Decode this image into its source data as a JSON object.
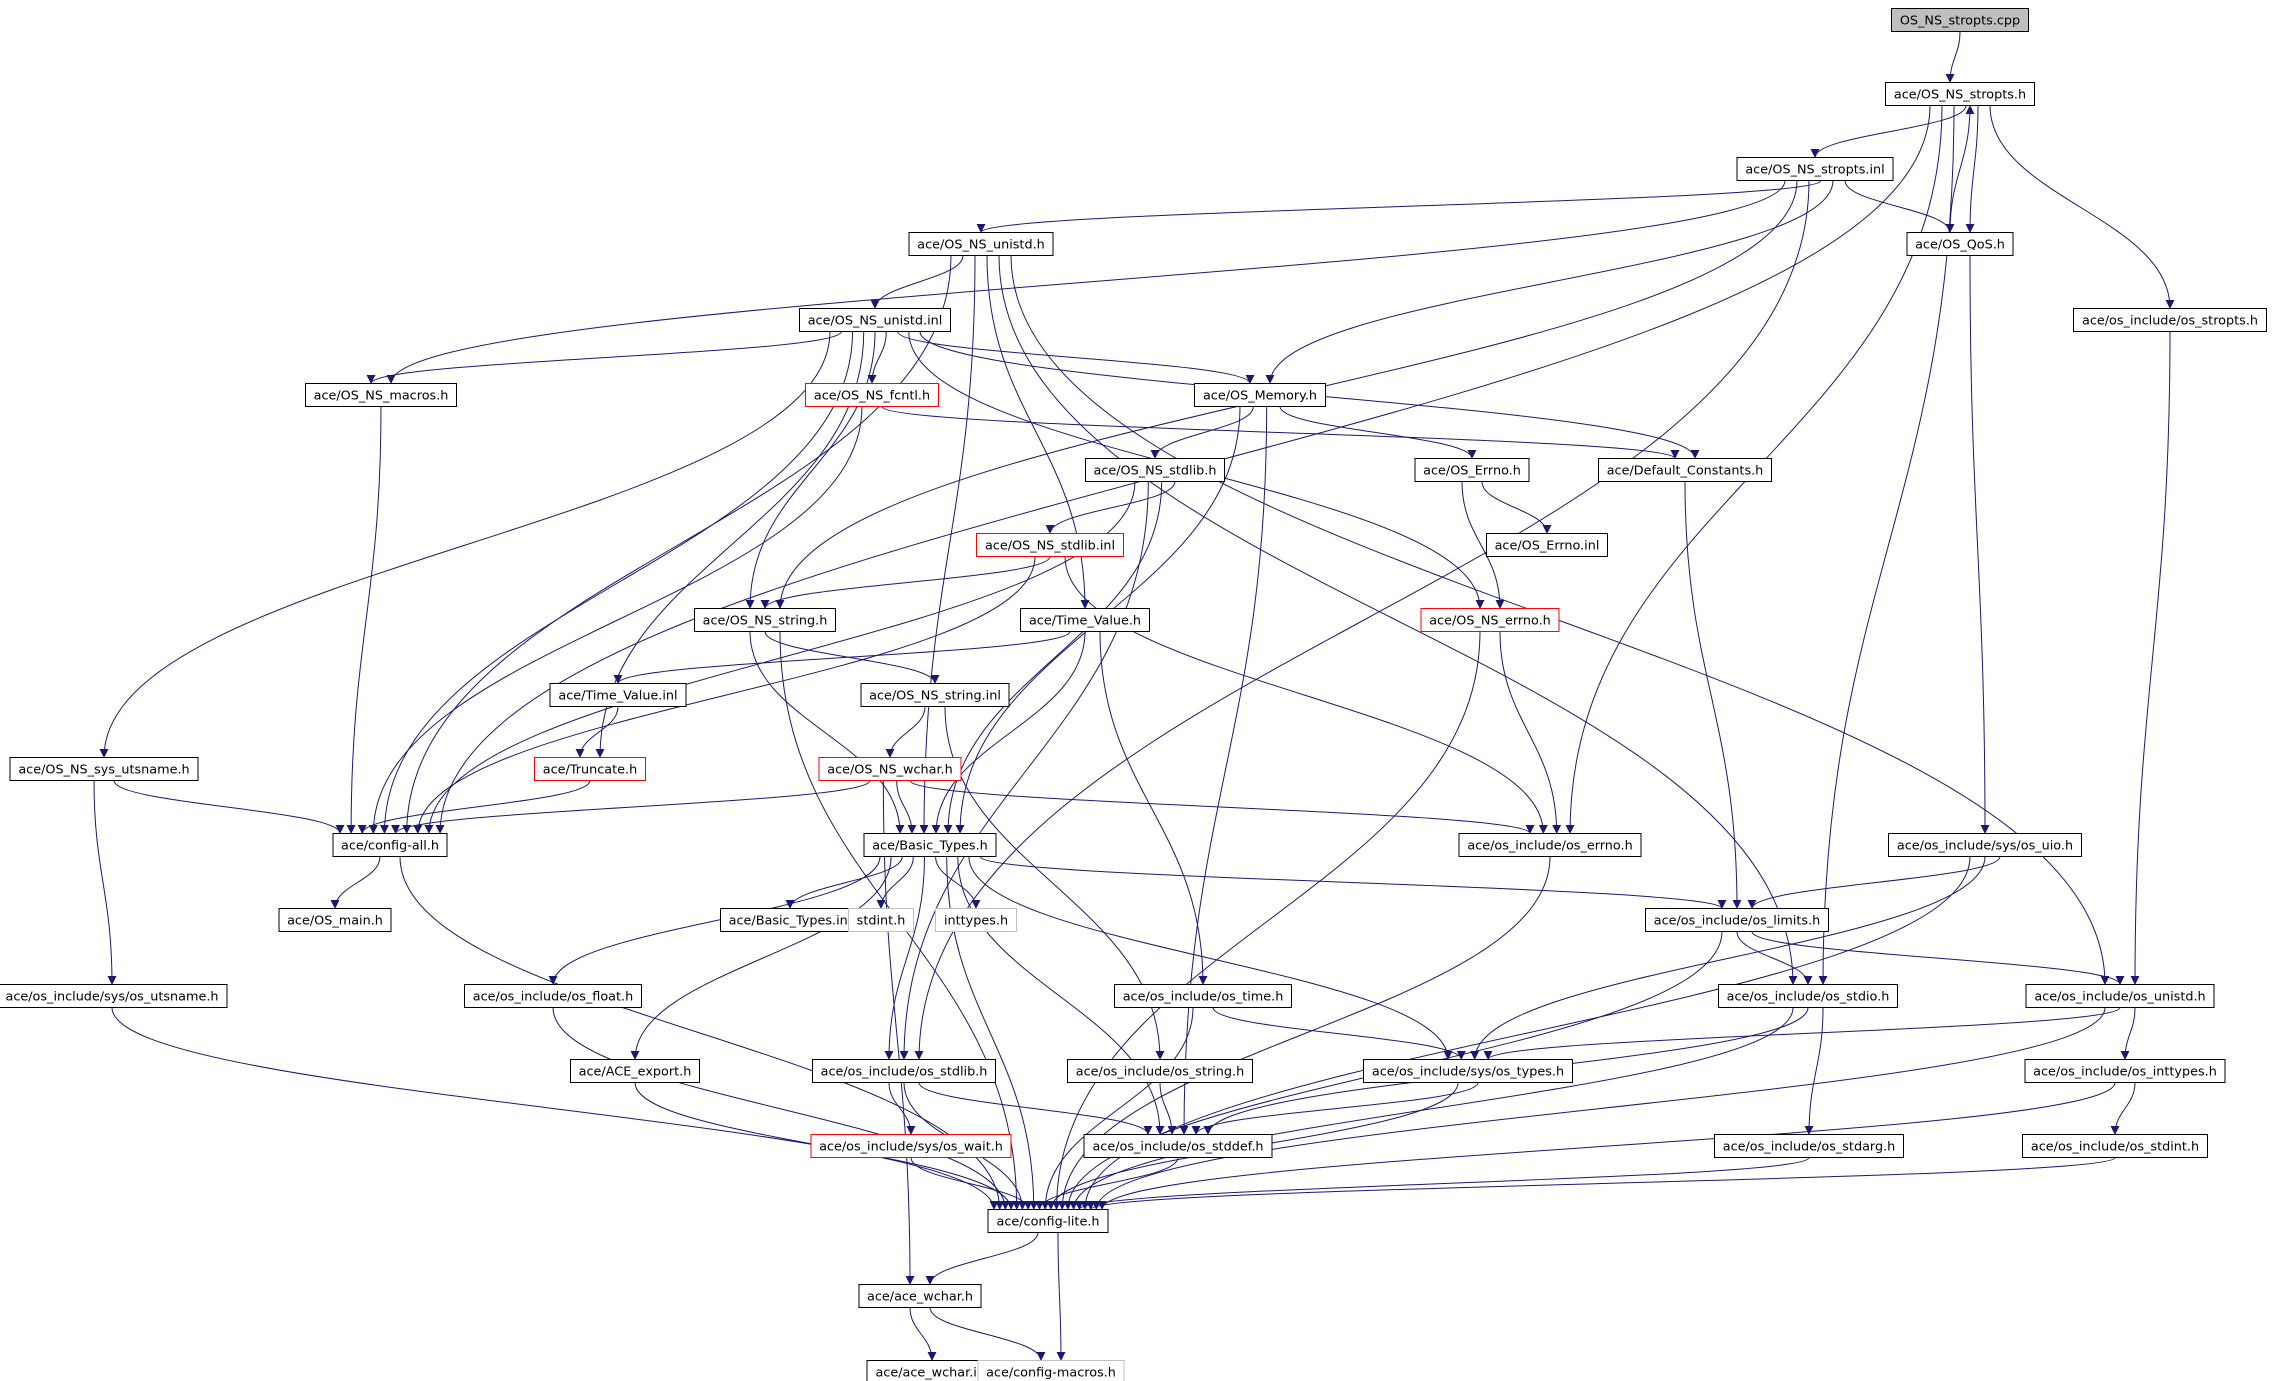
{
  "colors": {
    "edge": "#191970",
    "box_default": "#000000",
    "box_truncated": "#ff0000",
    "box_external": "#bfbfbf",
    "box_root_fill": "#bfbfbf",
    "text": "#000000",
    "background": "#ffffff"
  },
  "graph": {
    "root": "n0",
    "nodes": [
      {
        "id": "n0",
        "label": "OS_NS_stropts.cpp",
        "style": "root"
      },
      {
        "id": "n1",
        "label": "ace/OS_NS_stropts.h",
        "style": "default"
      },
      {
        "id": "n2",
        "label": "ace/OS_NS_stropts.inl",
        "style": "default"
      },
      {
        "id": "n3",
        "label": "ace/OS_QoS.h",
        "style": "default"
      },
      {
        "id": "n4",
        "label": "ace/os_include/os_stropts.h",
        "style": "default"
      },
      {
        "id": "n5",
        "label": "ace/OS_NS_unistd.h",
        "style": "default"
      },
      {
        "id": "n6",
        "label": "ace/OS_NS_unistd.inl",
        "style": "default"
      },
      {
        "id": "n7",
        "label": "ace/OS_NS_macros.h",
        "style": "default"
      },
      {
        "id": "n8",
        "label": "ace/OS_NS_fcntl.h",
        "style": "truncated"
      },
      {
        "id": "n9",
        "label": "ace/OS_Memory.h",
        "style": "default"
      },
      {
        "id": "n10",
        "label": "ace/OS_NS_stdlib.h",
        "style": "default"
      },
      {
        "id": "n11",
        "label": "ace/OS_Errno.h",
        "style": "default"
      },
      {
        "id": "n12",
        "label": "ace/Default_Constants.h",
        "style": "default"
      },
      {
        "id": "n13",
        "label": "ace/OS_NS_stdlib.inl",
        "style": "truncated"
      },
      {
        "id": "n14",
        "label": "ace/OS_Errno.inl",
        "style": "default"
      },
      {
        "id": "n15",
        "label": "ace/OS_NS_string.h",
        "style": "default"
      },
      {
        "id": "n16",
        "label": "ace/Time_Value.h",
        "style": "default"
      },
      {
        "id": "n17",
        "label": "ace/OS_NS_errno.h",
        "style": "truncated"
      },
      {
        "id": "n18",
        "label": "ace/Time_Value.inl",
        "style": "default"
      },
      {
        "id": "n19",
        "label": "ace/OS_NS_string.inl",
        "style": "default"
      },
      {
        "id": "n20",
        "label": "ace/OS_NS_sys_utsname.h",
        "style": "default"
      },
      {
        "id": "n21",
        "label": "ace/Truncate.h",
        "style": "truncated"
      },
      {
        "id": "n22",
        "label": "ace/OS_NS_wchar.h",
        "style": "truncated"
      },
      {
        "id": "n23",
        "label": "ace/config-all.h",
        "style": "default"
      },
      {
        "id": "n24",
        "label": "ace/Basic_Types.h",
        "style": "default"
      },
      {
        "id": "n25",
        "label": "ace/os_include/os_errno.h",
        "style": "default"
      },
      {
        "id": "n26",
        "label": "ace/os_include/sys/os_uio.h",
        "style": "default"
      },
      {
        "id": "n27",
        "label": "ace/OS_main.h",
        "style": "default"
      },
      {
        "id": "n28",
        "label": "ace/Basic_Types.inl",
        "style": "default"
      },
      {
        "id": "n29",
        "label": "stdint.h",
        "style": "external"
      },
      {
        "id": "n30",
        "label": "inttypes.h",
        "style": "external"
      },
      {
        "id": "n31",
        "label": "ace/os_include/os_limits.h",
        "style": "default"
      },
      {
        "id": "n32",
        "label": "ace/os_include/sys/os_utsname.h",
        "style": "default"
      },
      {
        "id": "n33",
        "label": "ace/os_include/os_float.h",
        "style": "default"
      },
      {
        "id": "n34",
        "label": "ace/os_include/os_time.h",
        "style": "default"
      },
      {
        "id": "n35",
        "label": "ace/os_include/os_stdio.h",
        "style": "default"
      },
      {
        "id": "n36",
        "label": "ace/os_include/os_unistd.h",
        "style": "default"
      },
      {
        "id": "n37",
        "label": "ace/ACE_export.h",
        "style": "default"
      },
      {
        "id": "n38",
        "label": "ace/os_include/os_stdlib.h",
        "style": "default"
      },
      {
        "id": "n39",
        "label": "ace/os_include/os_string.h",
        "style": "default"
      },
      {
        "id": "n40",
        "label": "ace/os_include/sys/os_types.h",
        "style": "default"
      },
      {
        "id": "n41",
        "label": "ace/os_include/os_inttypes.h",
        "style": "default"
      },
      {
        "id": "n42",
        "label": "ace/os_include/sys/os_wait.h",
        "style": "truncated"
      },
      {
        "id": "n43",
        "label": "ace/os_include/os_stddef.h",
        "style": "default"
      },
      {
        "id": "n44",
        "label": "ace/os_include/os_stdarg.h",
        "style": "default"
      },
      {
        "id": "n45",
        "label": "ace/os_include/os_stdint.h",
        "style": "default"
      },
      {
        "id": "n46",
        "label": "ace/config-lite.h",
        "style": "default"
      },
      {
        "id": "n47",
        "label": "ace/ace_wchar.h",
        "style": "default"
      },
      {
        "id": "n48",
        "label": "ace/ace_wchar.inl",
        "style": "default"
      },
      {
        "id": "n49",
        "label": "ace/config-macros.h",
        "style": "external"
      }
    ],
    "edges": [
      [
        "n0",
        "n1"
      ],
      [
        "n1",
        "n2"
      ],
      [
        "n1",
        "n3"
      ],
      [
        "n1",
        "n4"
      ],
      [
        "n1",
        "n23"
      ],
      [
        "n1",
        "n25"
      ],
      [
        "n1",
        "n35"
      ],
      [
        "n2",
        "n5"
      ],
      [
        "n2",
        "n3"
      ],
      [
        "n2",
        "n7"
      ],
      [
        "n2",
        "n15"
      ],
      [
        "n2",
        "n9"
      ],
      [
        "n2",
        "n38"
      ],
      [
        "n3",
        "n1"
      ],
      [
        "n3",
        "n26"
      ],
      [
        "n4",
        "n36"
      ],
      [
        "n5",
        "n6"
      ],
      [
        "n5",
        "n23"
      ],
      [
        "n5",
        "n24"
      ],
      [
        "n5",
        "n16"
      ],
      [
        "n5",
        "n35"
      ],
      [
        "n5",
        "n36"
      ],
      [
        "n6",
        "n7"
      ],
      [
        "n6",
        "n8"
      ],
      [
        "n6",
        "n9"
      ],
      [
        "n6",
        "n12"
      ],
      [
        "n6",
        "n17"
      ],
      [
        "n6",
        "n20"
      ],
      [
        "n6",
        "n21"
      ],
      [
        "n6",
        "n15"
      ],
      [
        "n6",
        "n23"
      ],
      [
        "n7",
        "n23"
      ],
      [
        "n8",
        "n12"
      ],
      [
        "n8",
        "n23"
      ],
      [
        "n9",
        "n10"
      ],
      [
        "n9",
        "n11"
      ],
      [
        "n9",
        "n24"
      ],
      [
        "n9",
        "n43"
      ],
      [
        "n10",
        "n13"
      ],
      [
        "n10",
        "n23"
      ],
      [
        "n10",
        "n24"
      ],
      [
        "n10",
        "n38"
      ],
      [
        "n11",
        "n14"
      ],
      [
        "n11",
        "n17"
      ],
      [
        "n12",
        "n31"
      ],
      [
        "n13",
        "n15"
      ],
      [
        "n13",
        "n23"
      ],
      [
        "n13",
        "n25"
      ],
      [
        "n15",
        "n19"
      ],
      [
        "n15",
        "n24"
      ],
      [
        "n15",
        "n46"
      ],
      [
        "n16",
        "n18"
      ],
      [
        "n16",
        "n24"
      ],
      [
        "n16",
        "n34"
      ],
      [
        "n17",
        "n25"
      ],
      [
        "n17",
        "n46"
      ],
      [
        "n18",
        "n21"
      ],
      [
        "n19",
        "n22"
      ],
      [
        "n19",
        "n39"
      ],
      [
        "n20",
        "n23"
      ],
      [
        "n20",
        "n32"
      ],
      [
        "n21",
        "n23"
      ],
      [
        "n22",
        "n23"
      ],
      [
        "n22",
        "n24"
      ],
      [
        "n22",
        "n25"
      ],
      [
        "n22",
        "n47"
      ],
      [
        "n23",
        "n27"
      ],
      [
        "n23",
        "n46"
      ],
      [
        "n24",
        "n28"
      ],
      [
        "n24",
        "n29"
      ],
      [
        "n24",
        "n30"
      ],
      [
        "n24",
        "n31"
      ],
      [
        "n24",
        "n33"
      ],
      [
        "n24",
        "n37"
      ],
      [
        "n24",
        "n38"
      ],
      [
        "n24",
        "n40"
      ],
      [
        "n24",
        "n43"
      ],
      [
        "n24",
        "n46"
      ],
      [
        "n25",
        "n46"
      ],
      [
        "n26",
        "n31"
      ],
      [
        "n26",
        "n40"
      ],
      [
        "n26",
        "n46"
      ],
      [
        "n31",
        "n35"
      ],
      [
        "n31",
        "n36"
      ],
      [
        "n31",
        "n46"
      ],
      [
        "n32",
        "n46"
      ],
      [
        "n33",
        "n46"
      ],
      [
        "n34",
        "n40"
      ],
      [
        "n34",
        "n46"
      ],
      [
        "n35",
        "n43"
      ],
      [
        "n35",
        "n44"
      ],
      [
        "n35",
        "n46"
      ],
      [
        "n36",
        "n40"
      ],
      [
        "n36",
        "n41"
      ],
      [
        "n36",
        "n46"
      ],
      [
        "n37",
        "n46"
      ],
      [
        "n38",
        "n42"
      ],
      [
        "n38",
        "n43"
      ],
      [
        "n38",
        "n46"
      ],
      [
        "n39",
        "n43"
      ],
      [
        "n40",
        "n43"
      ],
      [
        "n40",
        "n46"
      ],
      [
        "n41",
        "n45"
      ],
      [
        "n41",
        "n46"
      ],
      [
        "n42",
        "n46"
      ],
      [
        "n43",
        "n46"
      ],
      [
        "n44",
        "n46"
      ],
      [
        "n45",
        "n46"
      ],
      [
        "n46",
        "n47"
      ],
      [
        "n46",
        "n49"
      ],
      [
        "n47",
        "n48"
      ],
      [
        "n47",
        "n49"
      ]
    ]
  }
}
